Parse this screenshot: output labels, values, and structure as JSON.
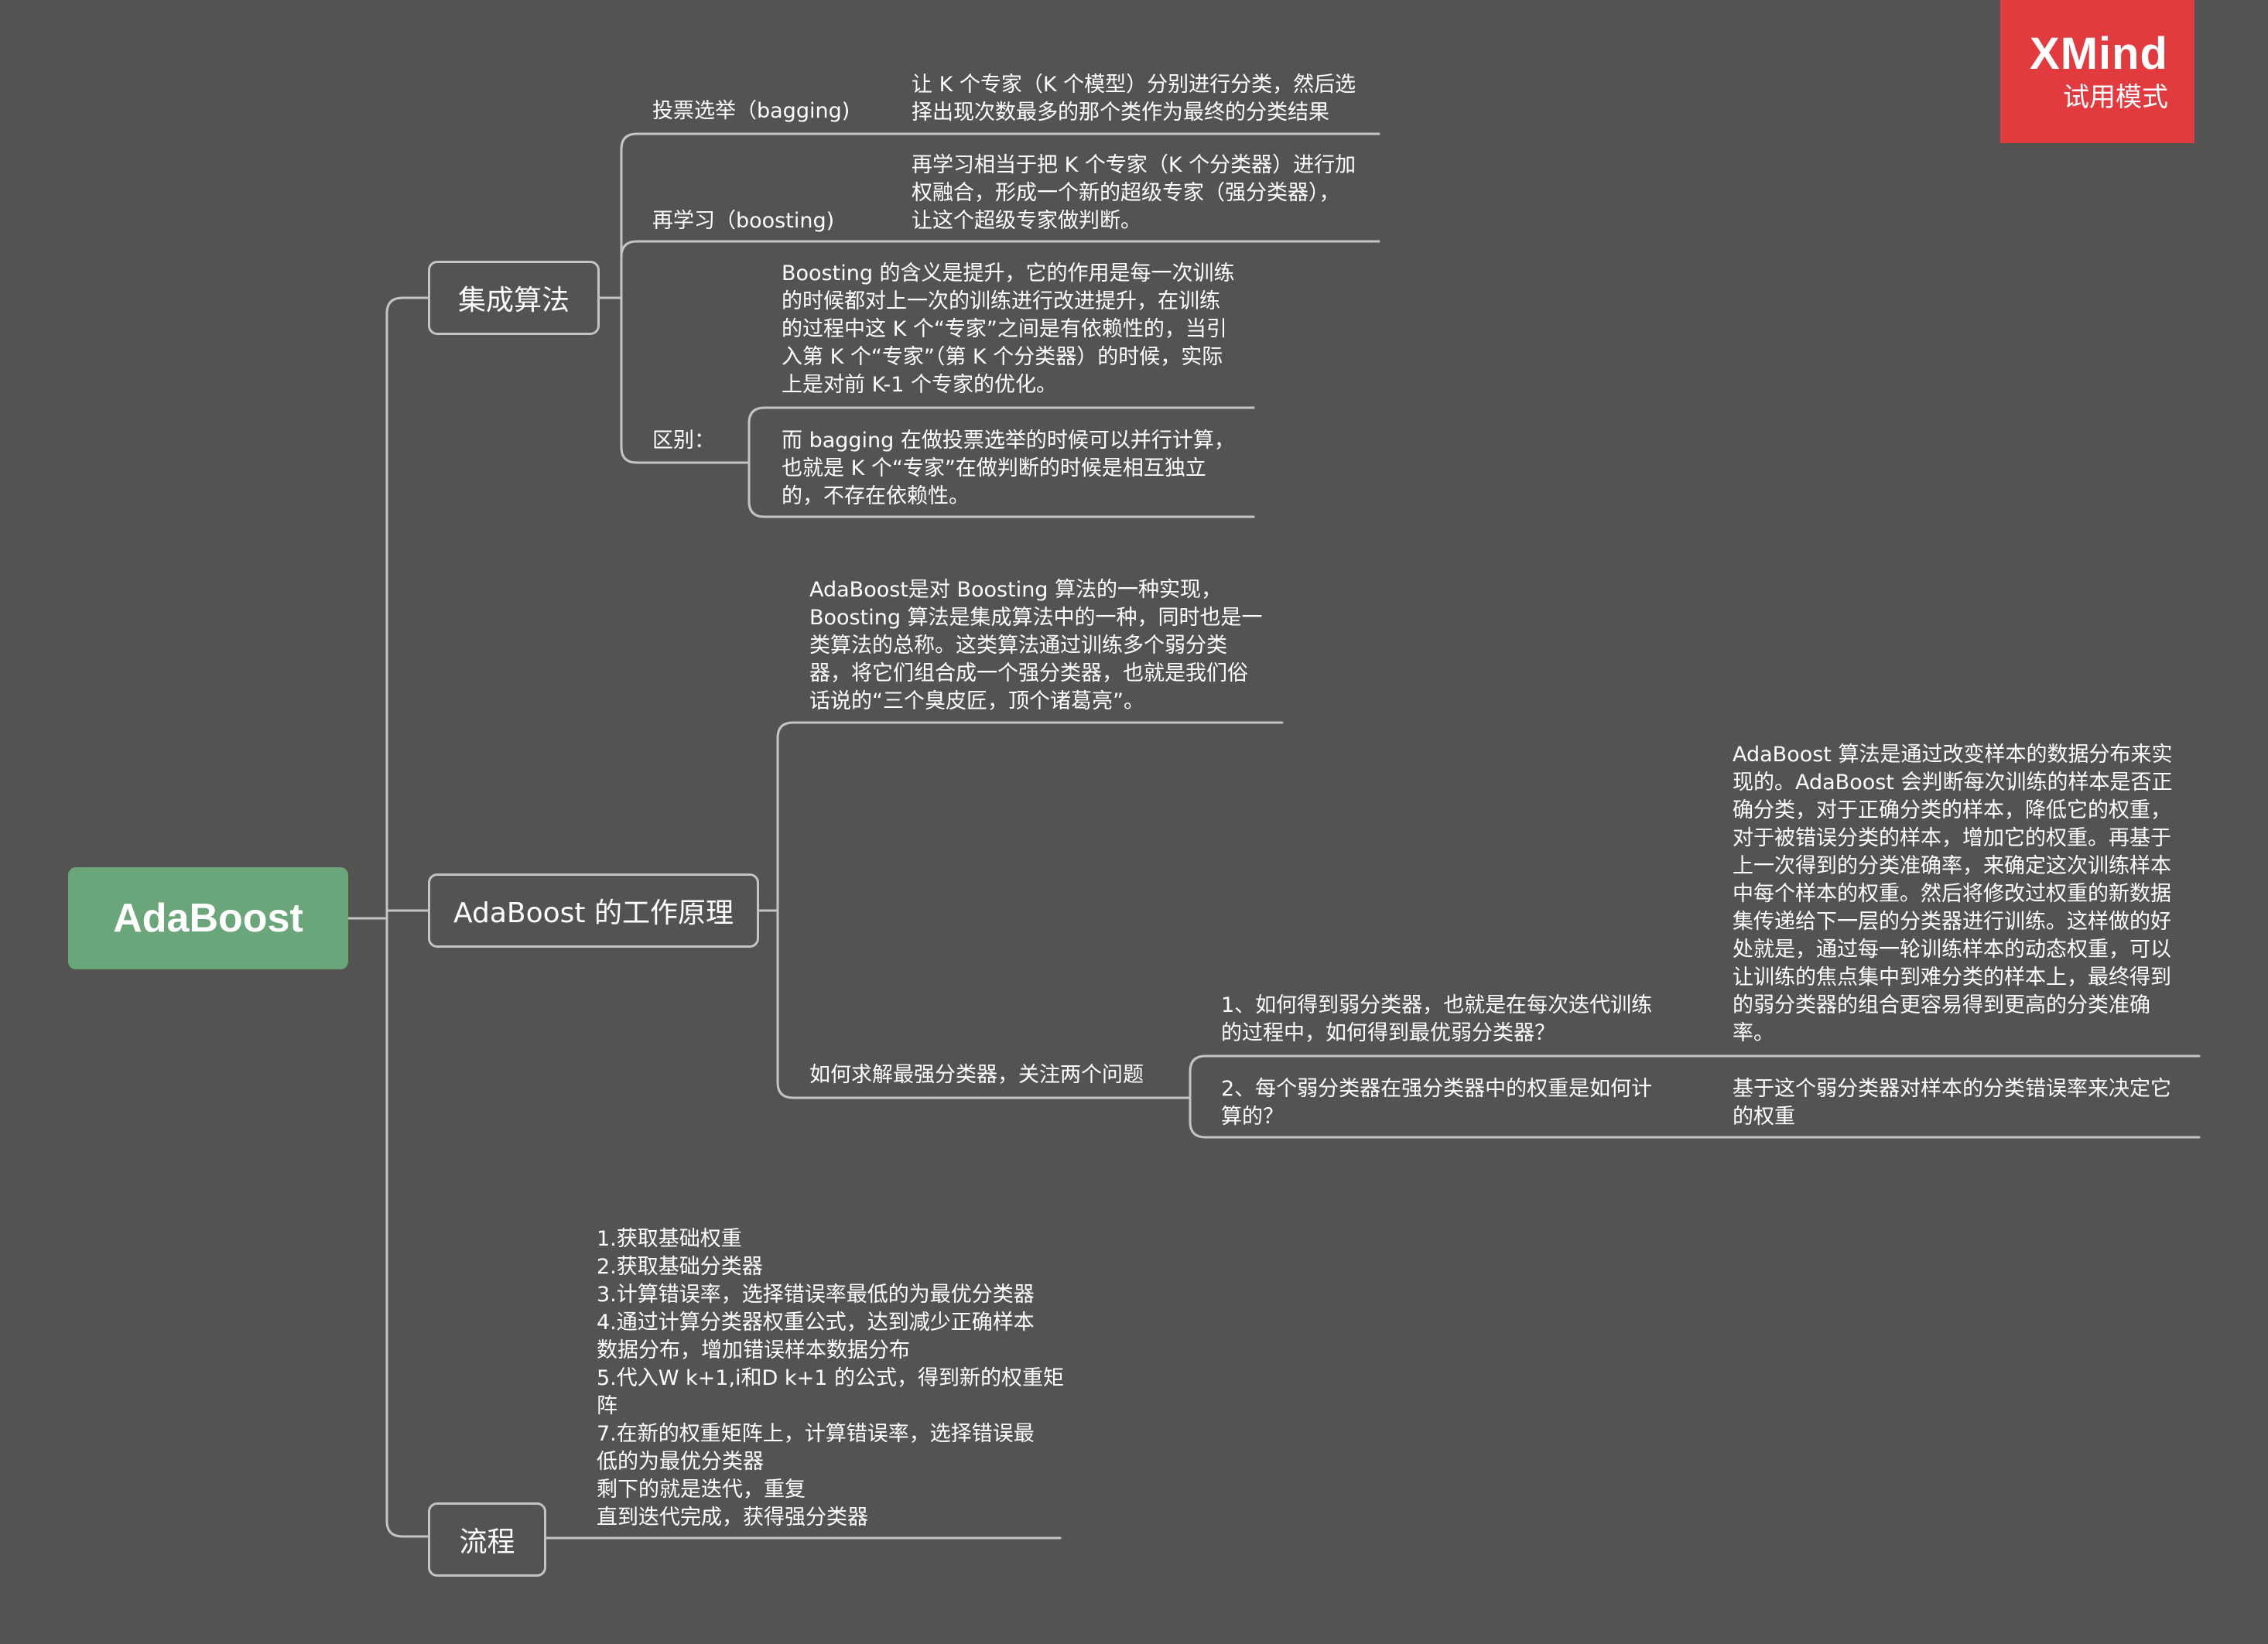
{
  "badge": {
    "title": "XMind",
    "subtitle": "试用模式",
    "color": "#e23b3f"
  },
  "colors": {
    "background": "#535451",
    "root": "#6aa679",
    "line": "#c4c4c4"
  },
  "root": {
    "label": "AdaBoost"
  },
  "ensemble": {
    "label": "集成算法",
    "bagging": {
      "label": "投票选举（bagging)",
      "desc": "让 K 个专家（K 个模型）分别进行分类，然后选\n择出现次数最多的那个类作为最终的分类结果"
    },
    "boosting": {
      "label": "再学习（boosting)",
      "desc": "再学习相当于把 K 个专家（K 个分类器）进行加\n权融合，形成一个新的超级专家（强分类器），\n让这个超级专家做判断。"
    },
    "difference": {
      "label": "区别：",
      "boosting_desc": "Boosting 的含义是提升，它的作用是每一次训练\n的时候都对上一次的训练进行改进提升，在训练\n的过程中这 K 个“专家”之间是有依赖性的，当引\n入第 K 个“专家”（第 K 个分类器）的时候，实际\n上是对前 K-1 个专家的优化。",
      "bagging_desc": "而 bagging 在做投票选举的时候可以并行计算，\n也就是 K 个“专家”在做判断的时候是相互独立\n的，不存在依赖性。"
    }
  },
  "principle": {
    "label": "AdaBoost 的工作原理",
    "intro": "AdaBoost是对 Boosting 算法的一种实现，\nBoosting 算法是集成算法中的一种，同时也是一\n类算法的总称。这类算法通过训练多个弱分类\n器，将它们组合成一个强分类器，也就是我们俗\n话说的“三个臭皮匠，顶个诸葛亮”。",
    "solve": {
      "label": "如何求解最强分类器，关注两个问题",
      "q1": "1、如何得到弱分类器，也就是在每次迭代训练\n的过程中，如何得到最优弱分类器？",
      "a1": "AdaBoost 算法是通过改变样本的数据分布来实\n现的。AdaBoost 会判断每次训练的样本是否正\n确分类，对于正确分类的样本，降低它的权重，\n对于被错误分类的样本，增加它的权重。再基于\n上一次得到的分类准确率，来确定这次训练样本\n中每个样本的权重。然后将修改过权重的新数据\n集传递给下一层的分类器进行训练。这样做的好\n处就是，通过每一轮训练样本的动态权重，可以\n让训练的焦点集中到难分类的样本上，最终得到\n的弱分类器的组合更容易得到更高的分类准确\n率。",
      "q2": "2、每个弱分类器在强分类器中的权重是如何计\n算的？",
      "a2": "基于这个弱分类器对样本的分类错误率来决定它\n的权重"
    }
  },
  "process": {
    "label": "流程",
    "steps": "1.获取基础权重\n2.获取基础分类器\n3.计算错误率，选择错误率最低的为最优分类器\n4.通过计算分类器权重公式，达到减少正确样本\n数据分布，增加错误样本数据分布\n5.代入W k+1,i和D k+1 的公式，得到新的权重矩\n阵\n7.在新的权重矩阵上，计算错误率，选择错误最\n低的为最优分类器\n剩下的就是迭代，重复\n直到迭代完成，获得强分类器"
  }
}
